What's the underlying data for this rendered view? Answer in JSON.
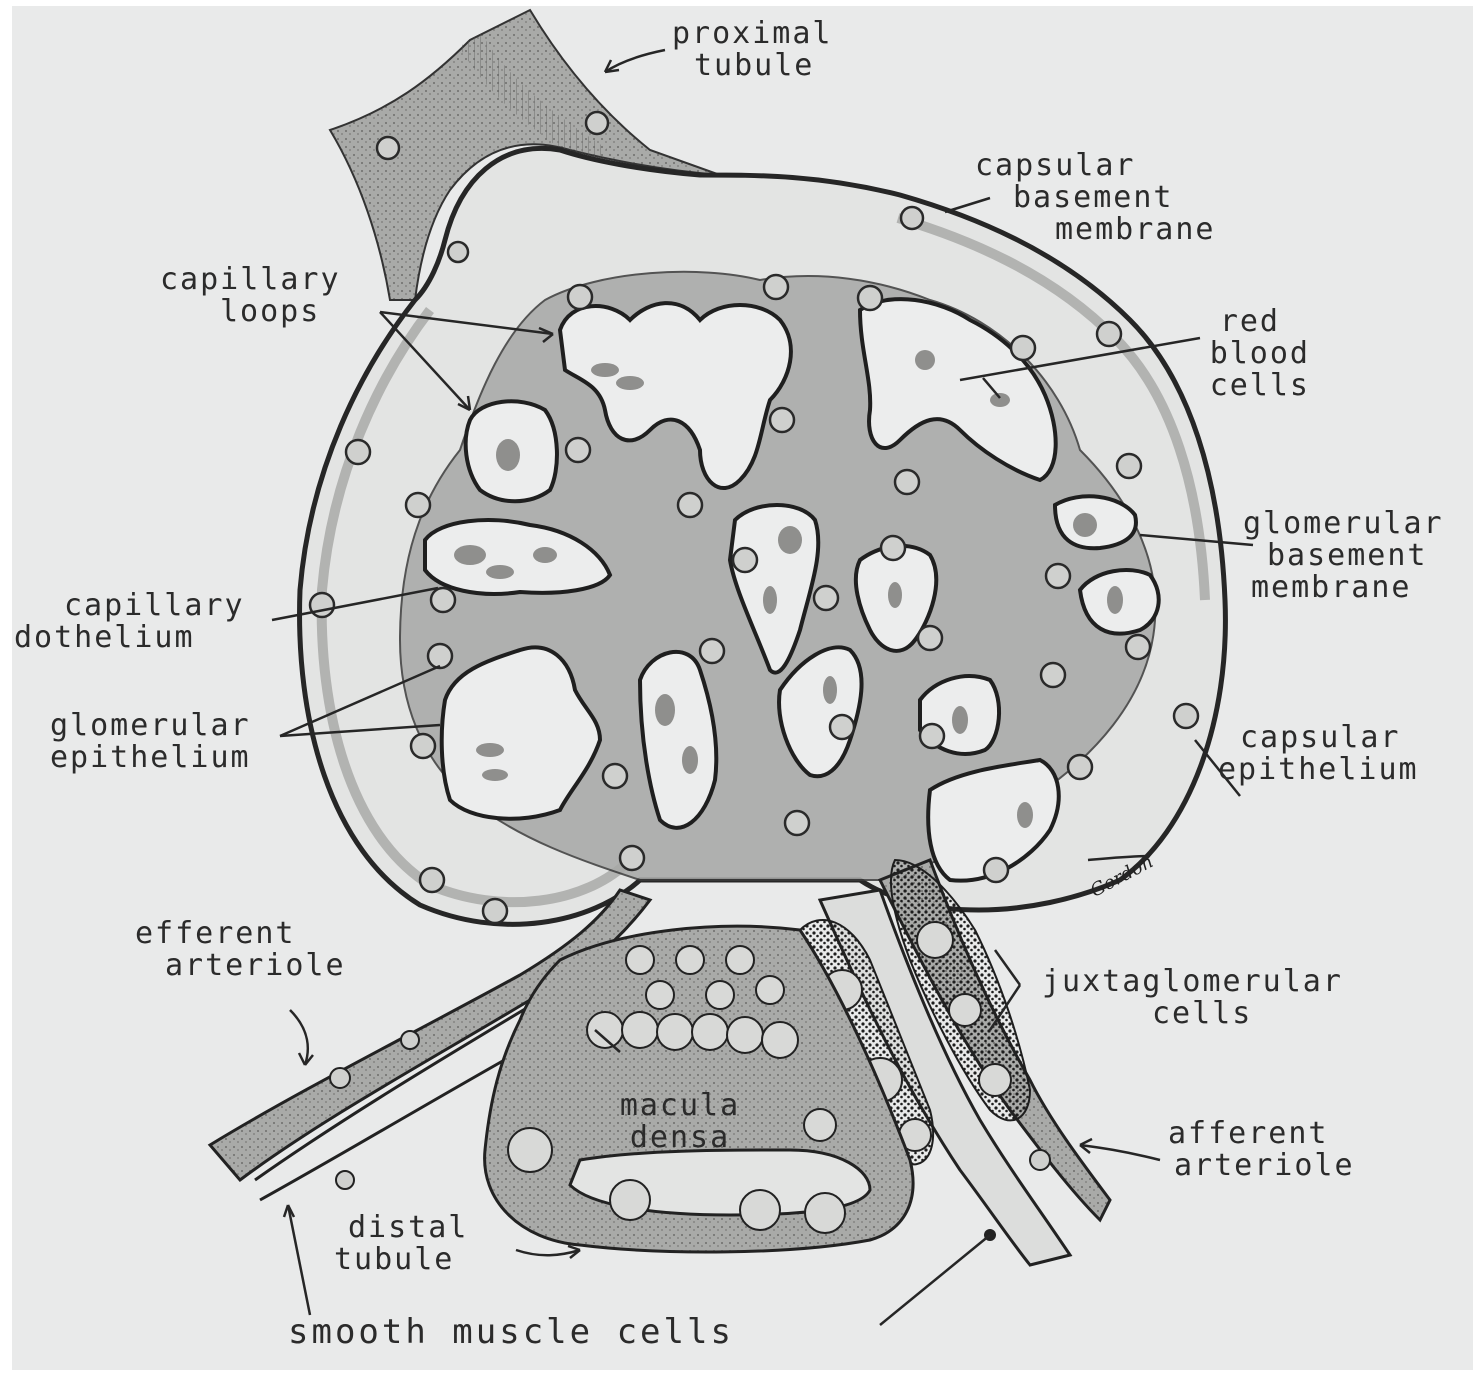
{
  "labels": {
    "proximal_tubule": [
      "proximal",
      "tubule"
    ],
    "capsular_basement_membrane": [
      "capsular",
      "basement",
      "membrane"
    ],
    "capillary_loops": [
      "capillary",
      "loops"
    ],
    "red_blood_cells": [
      "red",
      "blood",
      "cells"
    ],
    "glomerular_basement_membrane": [
      "glomerular",
      "basement",
      "membrane"
    ],
    "capillary_endothelium": [
      "capillary",
      "dothelium"
    ],
    "glomerular_epithelium": [
      "glomerular",
      "epithelium"
    ],
    "capsular_epithelium": [
      "capsular",
      "epithelium"
    ],
    "efferent_arteriole": [
      "efferent",
      "arteriole"
    ],
    "juxtaglomerular_cells": [
      "juxtaglomerular",
      "cells"
    ],
    "macula_densa": [
      "macula",
      "densa"
    ],
    "afferent_arteriole": [
      "afferent",
      "arteriole"
    ],
    "distal_tubule": [
      "distal",
      "tubule"
    ],
    "smooth_muscle_cells": "smooth muscle cells"
  },
  "signature": "Gordon",
  "colors": {
    "paper": "#e9eaea",
    "ink": "#2b2b2b",
    "capsule_fill": "#e3e4e3",
    "capillary_fill": "#eceded",
    "tissue_shade": "#9a9a98",
    "rbc": "#8f8f8d",
    "granule": "#1e1e1e"
  }
}
